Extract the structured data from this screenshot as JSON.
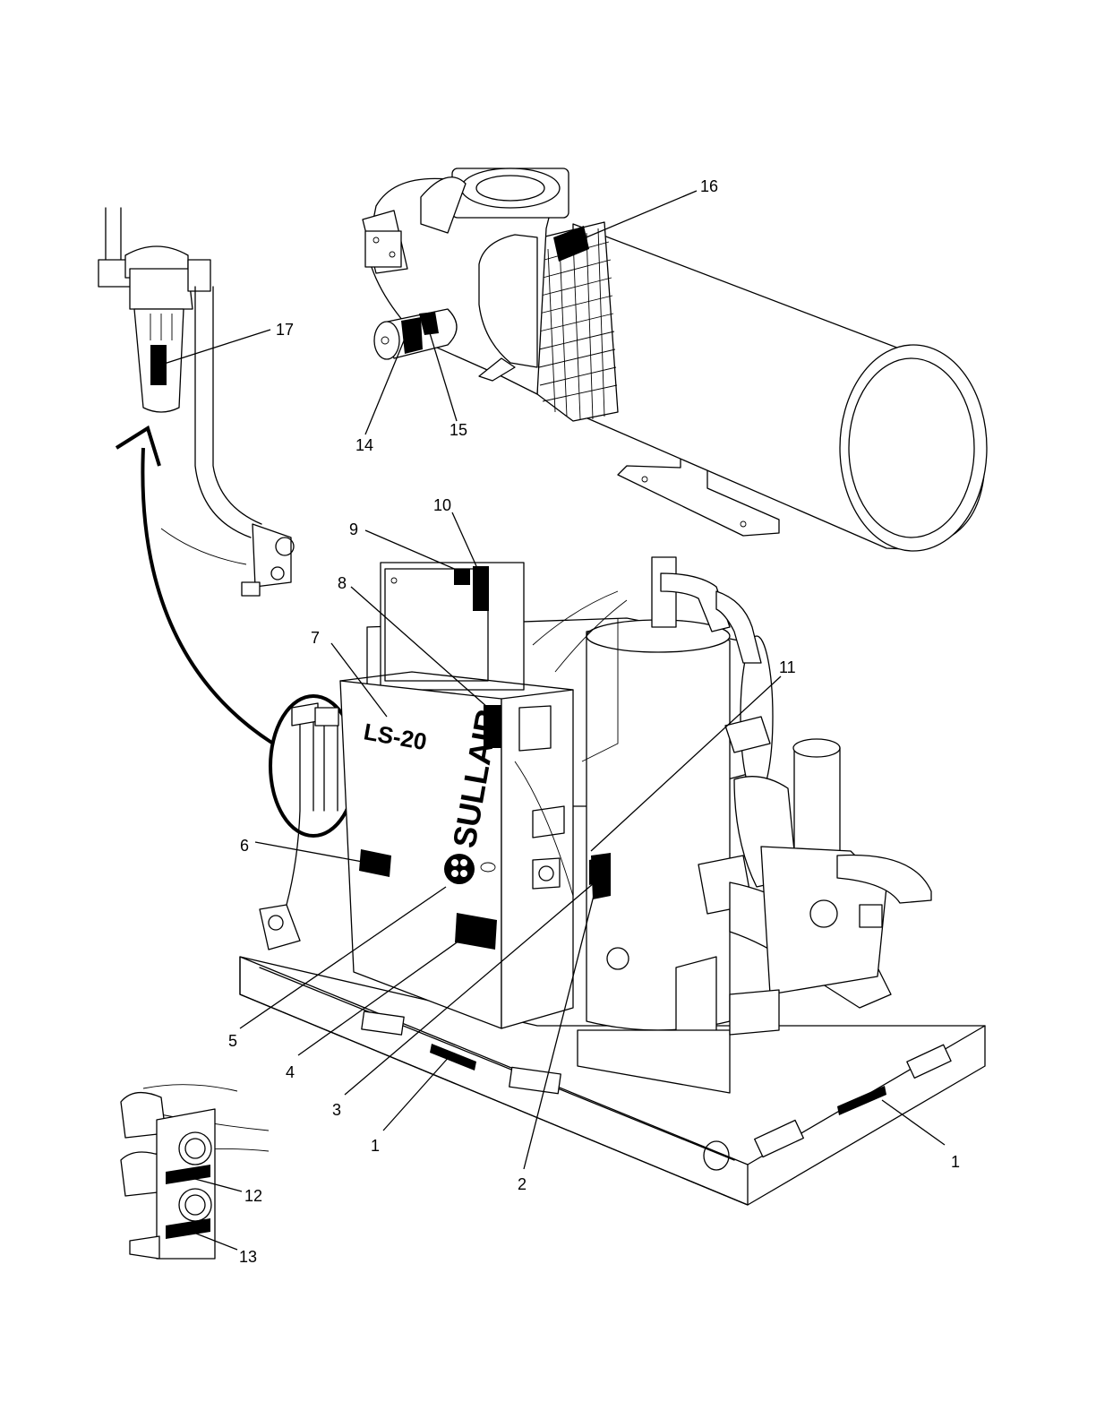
{
  "panel": {
    "model_label": "LS-20",
    "brand_label": "SULLAIR"
  },
  "callouts": [
    {
      "number": "1"
    },
    {
      "number": "1"
    },
    {
      "number": "2"
    },
    {
      "number": "3"
    },
    {
      "number": "4"
    },
    {
      "number": "5"
    },
    {
      "number": "6"
    },
    {
      "number": "7"
    },
    {
      "number": "8"
    },
    {
      "number": "9"
    },
    {
      "number": "10"
    },
    {
      "number": "11"
    },
    {
      "number": "12"
    },
    {
      "number": "13"
    },
    {
      "number": "14"
    },
    {
      "number": "15"
    },
    {
      "number": "16"
    },
    {
      "number": "17"
    }
  ],
  "colors": {
    "line": "#000000",
    "background": "#ffffff"
  }
}
